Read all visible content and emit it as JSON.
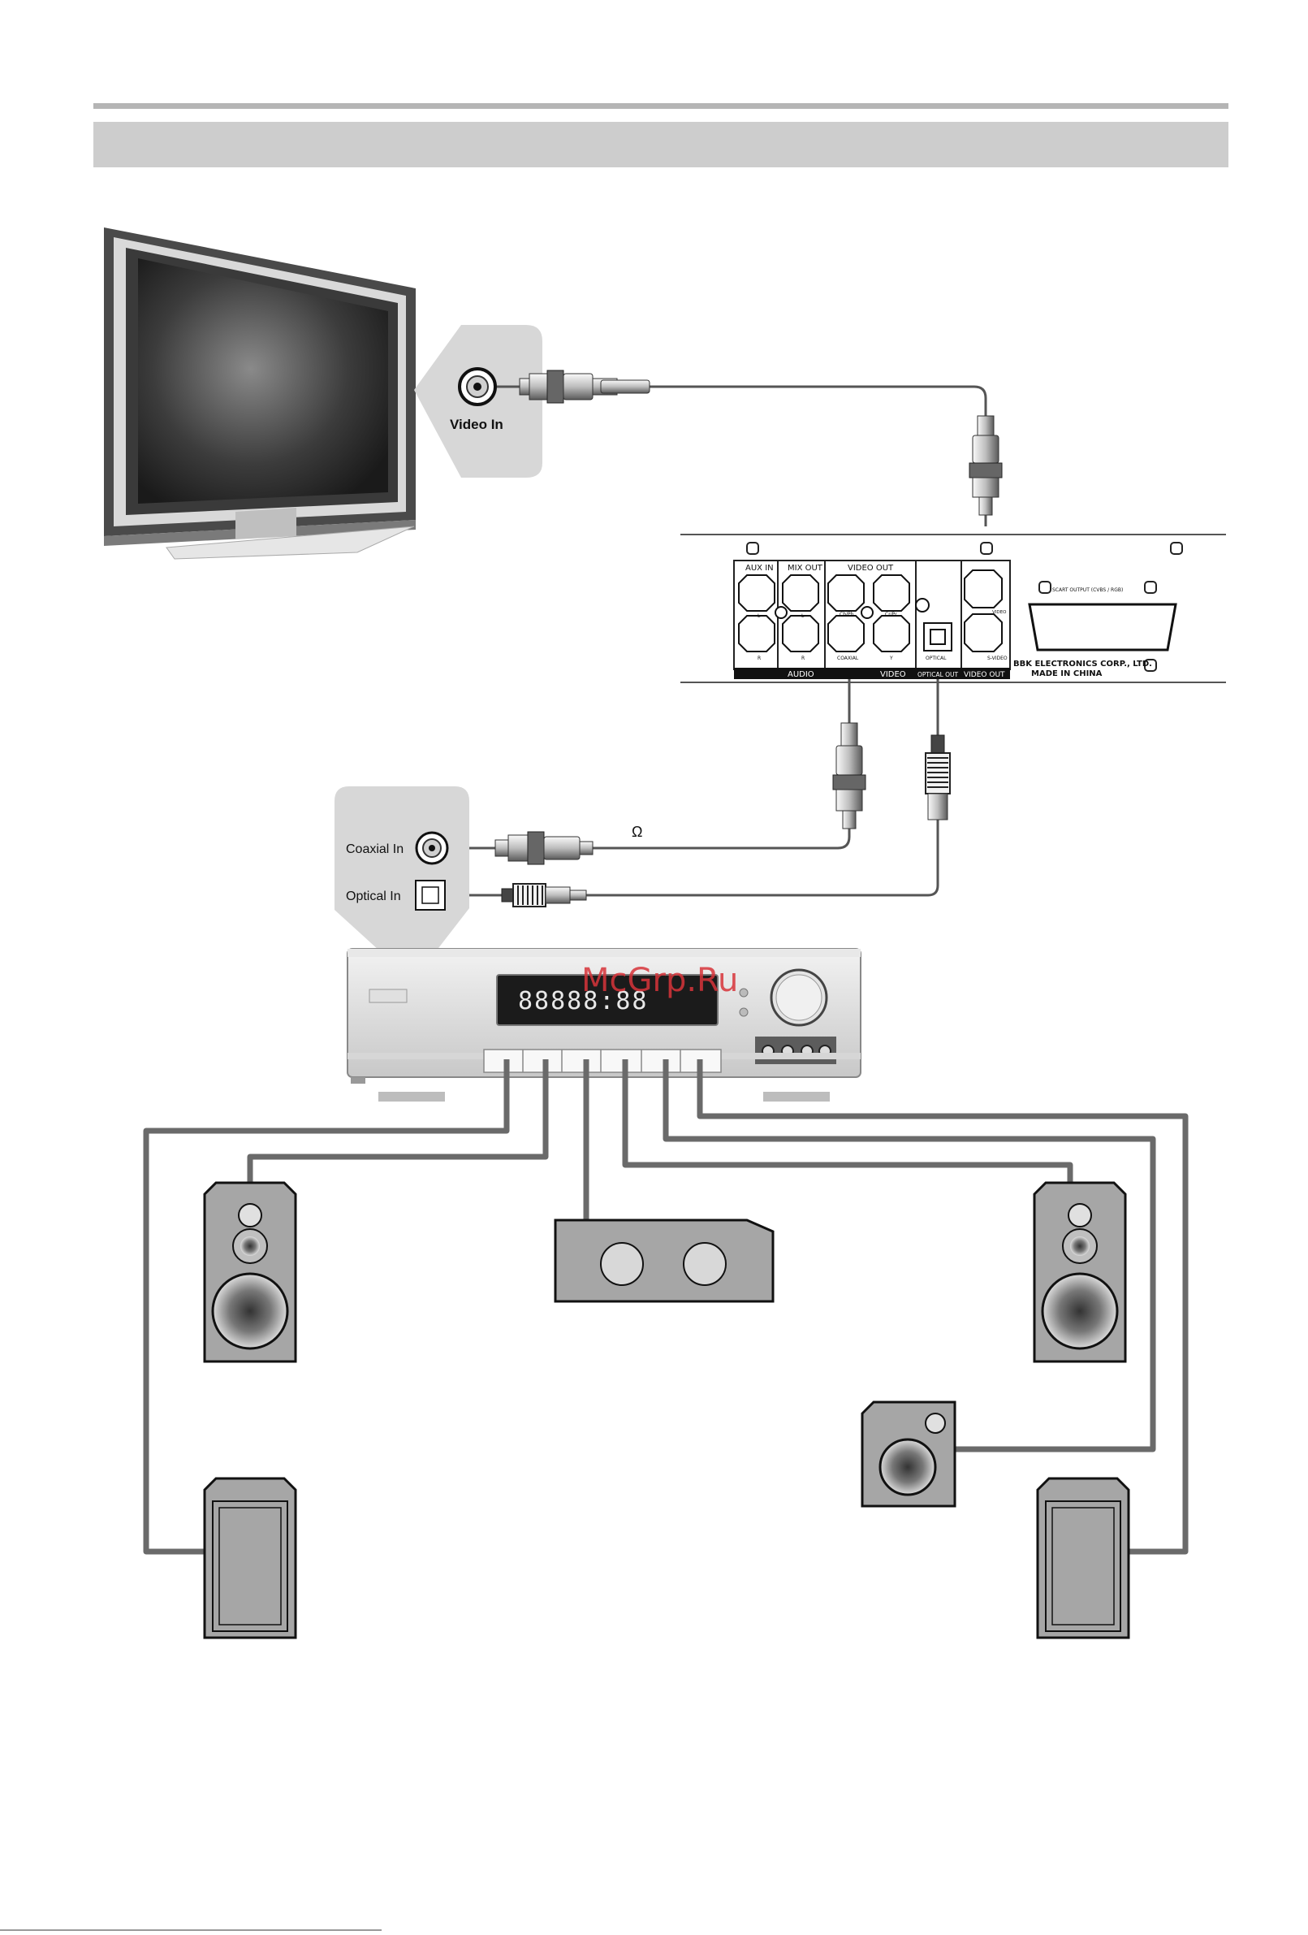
{
  "tv": {
    "jack_label": "Video In"
  },
  "dvd_panel": {
    "aux_in": "AUX IN",
    "mix_out": "MIX OUT",
    "video_out_top": "VIDEO OUT",
    "scart_output": "SCART OUTPUT (CVBS / RGB)",
    "ch_l": "L",
    "ch_r": "R",
    "coaxial": "COAXIAL",
    "ch_y": "Y",
    "optical": "OPTICAL",
    "s_video": "S-VIDEO",
    "video": "VIDEO",
    "cb_pb": "Cb/Pb",
    "cr_pr": "Cr/Pr",
    "group_audio": "AUDIO",
    "group_video": "VIDEO",
    "group_optical_out": "OPTICAL OUT",
    "group_video_out": "VIDEO OUT",
    "maker_line1": "BBK ELECTRONICS CORP., LTD.",
    "maker_line2": "MADE IN CHINA"
  },
  "receiver_inputs": {
    "coaxial_label": "Coaxial In",
    "optical_label": "Optical In",
    "impedance_symbol": "Ω"
  },
  "receiver": {
    "display_text": "88888:88"
  },
  "watermark": {
    "text": "McGrp.Ru"
  }
}
